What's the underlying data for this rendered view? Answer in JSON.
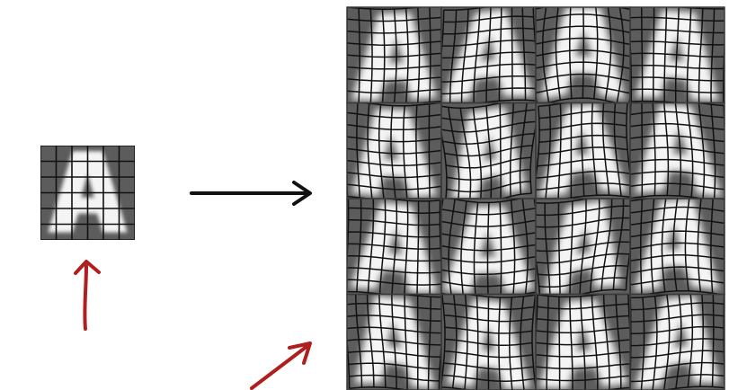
{
  "colors": {
    "background": "#ffffff",
    "tile_background": "#5c5c5c",
    "glyph_fill": "#f4f4f4",
    "grid_line": "#111111",
    "flow_arrow": "#111111",
    "annotation_arrow": "#b01e1e"
  },
  "source_glyph": {
    "letter": "A",
    "grid_cells": 6
  },
  "flow_arrow": {
    "icon": "arrow-right-icon"
  },
  "deformation_grid": {
    "rows": 4,
    "columns": 4,
    "grid_cells": 8,
    "warp_strength": [
      0.35,
      0.5,
      0.85,
      0.3,
      0.5,
      0.9,
      0.6,
      0.55,
      0.45,
      0.7,
      0.8,
      0.6,
      0.5,
      0.55,
      0.45,
      0.6
    ]
  },
  "annotations": [
    {
      "name": "source-pointer-arrow",
      "icon": "arrow-up-icon"
    },
    {
      "name": "grid-pointer-arrow",
      "icon": "arrow-up-right-icon"
    }
  ]
}
